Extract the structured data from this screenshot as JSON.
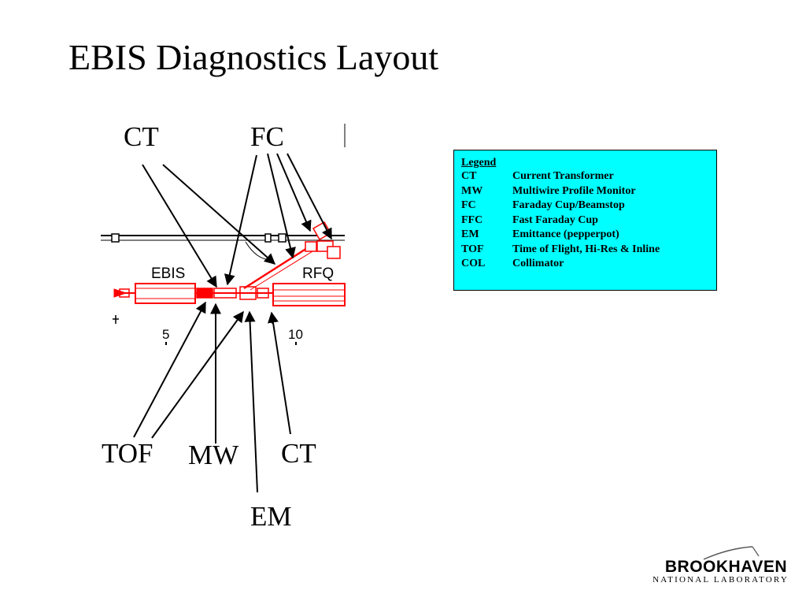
{
  "title": "EBIS Diagnostics Layout",
  "diagram": {
    "callouts": {
      "ct_top": "CT",
      "fc_top": "FC",
      "tof": "TOF",
      "mw": "MW",
      "ct_bottom": "CT",
      "em": "EM"
    },
    "beamline": {
      "ebis_label": "EBIS",
      "rfq_label": "RFQ",
      "tick_5": "5",
      "tick_10": "10"
    },
    "colors": {
      "beamline": "#ff0000",
      "arrows": "#000000"
    }
  },
  "legend": {
    "title": "Legend",
    "entries": [
      {
        "abbr": "CT",
        "desc": "Current Transformer"
      },
      {
        "abbr": "MW",
        "desc": "Multiwire Profile Monitor"
      },
      {
        "abbr": "FC",
        "desc": "Faraday Cup/Beamstop"
      },
      {
        "abbr": "FFC",
        "desc": "Fast Faraday Cup"
      },
      {
        "abbr": "EM",
        "desc": "Emittance (pepperpot)"
      },
      {
        "abbr": "TOF",
        "desc": "Time of Flight, Hi-Res & Inline"
      },
      {
        "abbr": "COL",
        "desc": "Collimator"
      }
    ],
    "background": "#00ffff"
  },
  "logo": {
    "name": "BROOKHAVEN",
    "subtitle": "NATIONAL LABORATORY"
  }
}
